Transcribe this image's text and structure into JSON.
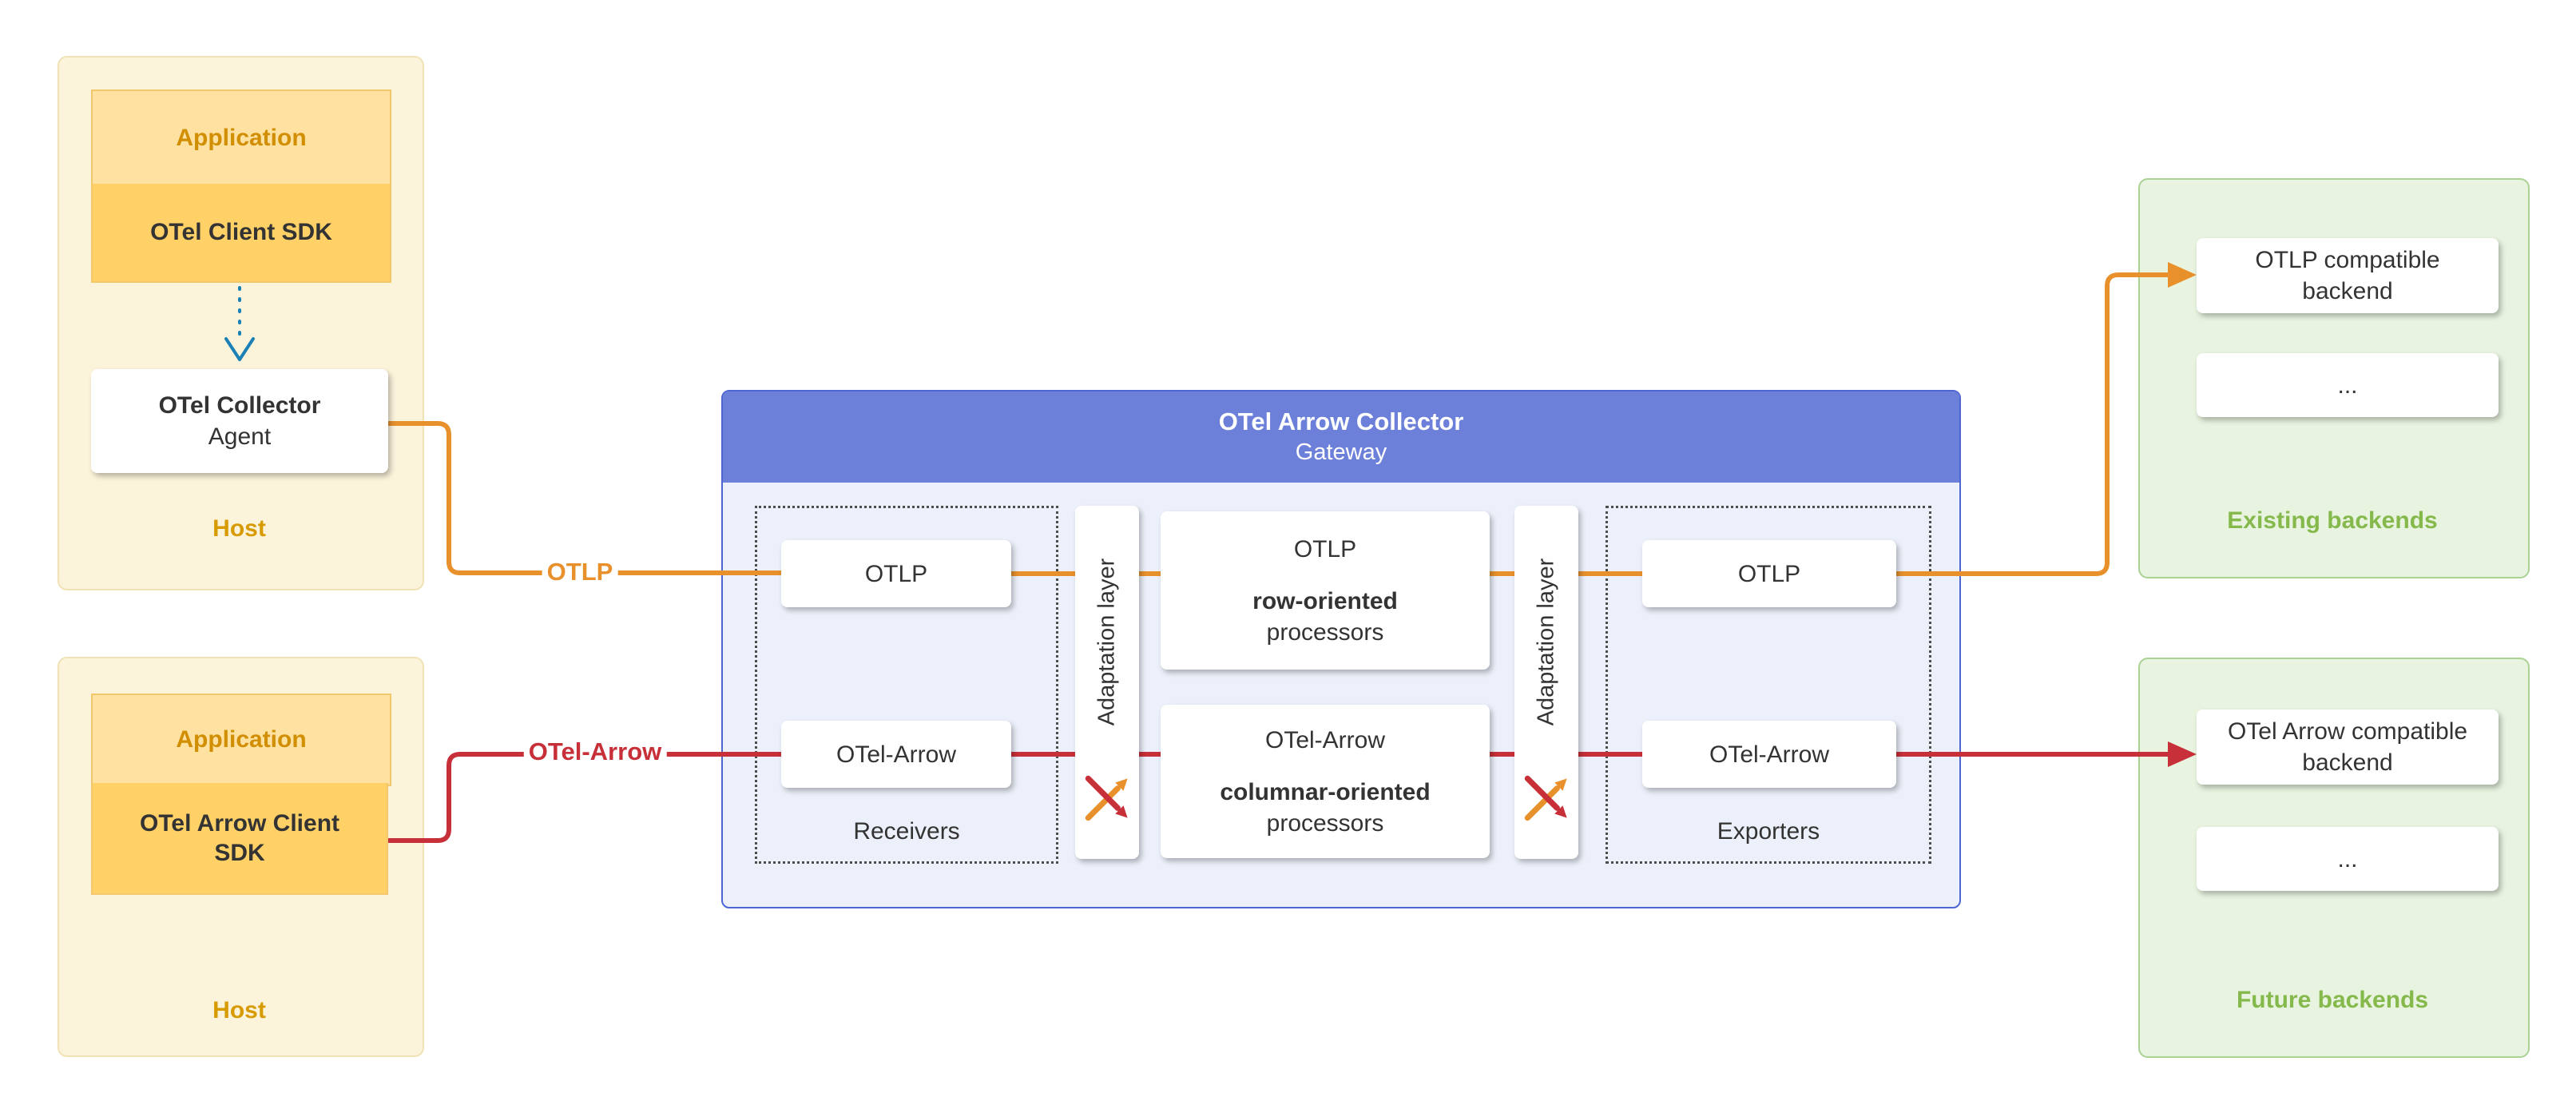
{
  "colors": {
    "otlp_line": "#E8912C",
    "otel_arrow_line": "#C73039",
    "sdk_arrow": "#1A80B6",
    "host_label": "#D79B00",
    "backend_label": "#85B94C",
    "collector_header_bg": "#6C80DA",
    "collector_border": "#4D66D2",
    "collector_body_bg": "#ECF0FA",
    "host_box_bg": "#FCF3DB",
    "green_box_bg": "#E8F3E0",
    "application_box_bg": "#FFE2A2",
    "sdk_box_bg": "#FFD167"
  },
  "hosts": [
    {
      "application_label": "Application",
      "sdk_label": "OTel Client SDK",
      "collector": {
        "title": "OTel Collector",
        "subtitle": "Agent"
      },
      "host_label": "Host"
    },
    {
      "application_label": "Application",
      "sdk_label": "OTel Arrow Client SDK",
      "host_label": "Host"
    }
  ],
  "collector": {
    "title": "OTel Arrow Collector",
    "subtitle": "Gateway",
    "receivers": {
      "label": "Receivers",
      "items": [
        "OTLP",
        "OTel-Arrow"
      ]
    },
    "adaptation_layers": [
      {
        "label": "Adaptation layer"
      },
      {
        "label": "Adaptation layer"
      }
    ],
    "processors": [
      {
        "protocol": "OTLP",
        "orientation": "row-oriented",
        "suffix": "processors"
      },
      {
        "protocol": "OTel-Arrow",
        "orientation": "columnar-oriented",
        "suffix": "processors"
      }
    ],
    "exporters": {
      "label": "Exporters",
      "items": [
        "OTLP",
        "OTel-Arrow"
      ]
    }
  },
  "links": {
    "otlp_label": "OTLP",
    "otel_arrow_label": "OTel-Arrow"
  },
  "backends": [
    {
      "primary": "OTLP compatible backend",
      "ellipsis": "...",
      "label": "Existing backends"
    },
    {
      "primary": "OTel Arrow compatible backend",
      "ellipsis": "...",
      "label": "Future backends"
    }
  ]
}
